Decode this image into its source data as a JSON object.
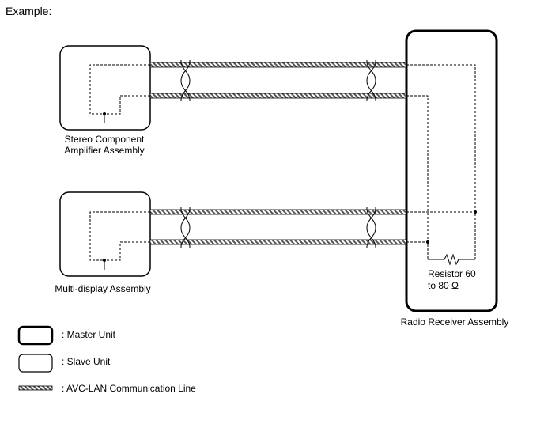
{
  "title": "Example:",
  "units": {
    "stereo": {
      "label_line1": "Stereo Component",
      "label_line2": "Amplifier Assembly"
    },
    "multi": {
      "label": "Multi-display Assembly"
    },
    "radio": {
      "label": "Radio Receiver Assembly"
    }
  },
  "resistor": {
    "label_line1": "Resistor 60",
    "label_line2": "to 80 Ω"
  },
  "legend": {
    "master": ": Master Unit",
    "slave": ": Slave Unit",
    "line": ": AVC-LAN Communication Line"
  }
}
